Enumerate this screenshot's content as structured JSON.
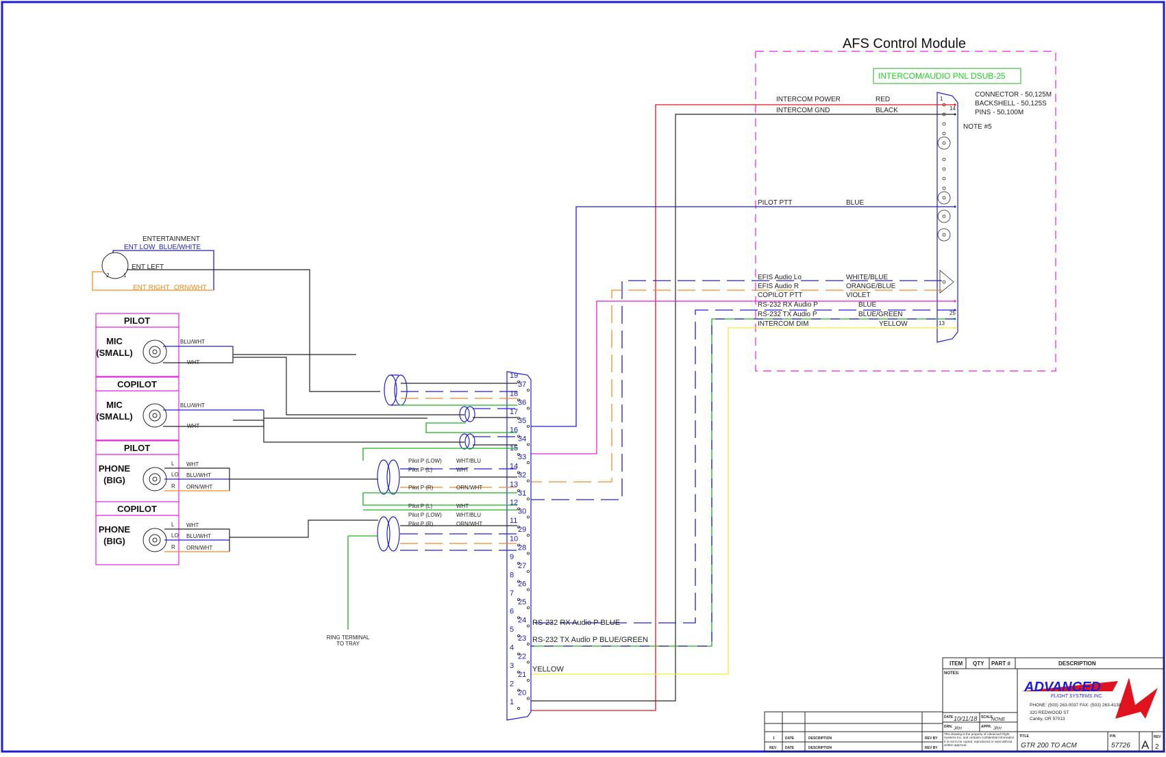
{
  "module": {
    "title": "AFS Control Module",
    "connector_label": "INTERCOM/AUDIO PNL DSUB-25",
    "parts": [
      "CONNECTOR - 50,125M",
      "BACKSHELL - 50,125S",
      "PINS - 50,100M"
    ],
    "note": "NOTE #5",
    "pin_1": "1",
    "pin_14": "14",
    "pin_25": "25",
    "pin_13": "13"
  },
  "module_signals": [
    {
      "name": "INTERCOM POWER",
      "color": "RED"
    },
    {
      "name": "INTERCOM GND",
      "color": "BLACK"
    },
    {
      "name": "PILOT PTT",
      "color": "BLUE"
    },
    {
      "name": "EFIS Audio Lo",
      "color": "WHITE/BLUE"
    },
    {
      "name": "EFIS Audio R",
      "color": "ORANGE/BLUE"
    },
    {
      "name": "COPILOT PTT",
      "color": "VIOLET"
    },
    {
      "name": "RS-232 RX  Audio P",
      "color": "BLUE"
    },
    {
      "name": "RS-232 TX  Audio P",
      "color": "BLUE/GREEN"
    },
    {
      "name": "INTERCOM DIM",
      "color": "YELLOW"
    }
  ],
  "entertainment": {
    "title": "ENTERTAINMENT",
    "ent_low": "ENT LOW",
    "ent_low_color": "BLUE/WHITE",
    "ent_left": "ENT LEFT",
    "ent_right": "ENT RIGHT",
    "ent_right_color": "ORN/WHT",
    "pin_2": "2",
    "pin_1": "1"
  },
  "jacks": [
    {
      "role": "PILOT",
      "type": "MIC",
      "size": "(SMALL)",
      "wires": [
        "BLU/WHT",
        "WHT"
      ]
    },
    {
      "role": "COPILOT",
      "type": "MIC",
      "size": "(SMALL)",
      "wires": [
        "BLU/WHT",
        "WHT"
      ]
    },
    {
      "role": "PILOT",
      "type": "PHONE",
      "size": "(BIG)",
      "terms": [
        "L",
        "LO",
        "R"
      ],
      "wires": [
        "WHT",
        "BLU/WHT",
        "ORN/WHT"
      ]
    },
    {
      "role": "COPILOT",
      "type": "PHONE",
      "size": "(BIG)",
      "terms": [
        "L",
        "LO",
        "R"
      ],
      "wires": [
        "WHT",
        "BLU/WHT",
        "ORN/WHT"
      ]
    }
  ],
  "shield_labels": [
    {
      "name": "Pilot P (LOW)",
      "color": "WHT/BLU"
    },
    {
      "name": "Pilot P (L)",
      "color": "WHT"
    },
    {
      "name": "Pilot P (R)",
      "color": "ORN/WHT"
    },
    {
      "name": "Pilot P (L)",
      "color": "WHT"
    },
    {
      "name": "Pilot P (LOW)",
      "color": "WHT/BLU"
    },
    {
      "name": "Pilot P (R)",
      "color": "ORN/WHT"
    }
  ],
  "gtr_left_pins": [
    "19",
    "18",
    "17",
    "16",
    "15",
    "14",
    "13",
    "12",
    "11",
    "10",
    "9",
    "8",
    "7",
    "6",
    "5",
    "4",
    "3",
    "2",
    "1"
  ],
  "gtr_right_pins": [
    "37",
    "36",
    "35",
    "34",
    "33",
    "32",
    "31",
    "30",
    "29",
    "28",
    "27",
    "26",
    "25",
    "24",
    "23",
    "22",
    "21",
    "20"
  ],
  "gtr_labels": {
    "rx": "RS-232 RX  Audio P  BLUE",
    "tx": "RS-232 TX  Audio P  BLUE/GREEN",
    "yellow": "YELLOW"
  },
  "ring_terminal": [
    "RING TERMINAL",
    "TO TRAY"
  ],
  "title_block": {
    "headers": [
      "ITEM",
      "QTY",
      "PART #",
      "DESCRIPTION"
    ],
    "notes": "NOTES:",
    "company": "ADVANCED",
    "company_sub": "FLIGHT SYSTEMS INC.",
    "phone": "PHONE: (503) 263-0037  FAX: (503) 263-4138",
    "addr1": "320 REDWOOD ST",
    "addr2": "Canby, OR 97013",
    "date_lbl": "DATE",
    "date_val": "10/11/18",
    "scale_lbl": "SCALE",
    "scale_val": "NONE",
    "drn_lbl": "DRN.",
    "drn_val": "JRH",
    "appr_lbl": "APPR.",
    "appr_val": "JRH",
    "prop_note": "This drawing is the property of Advanced Flight Systems Inc. and contains confidential information. It is not to be copied, reproduced or used without written approval.",
    "title_lbl": "TITLE",
    "title_val": "GTR 200 TO ACM",
    "pn_lbl": "P/N",
    "pn_val": "57726",
    "size_val": "A",
    "rev_lbl": "REV",
    "rev_val": "2",
    "rev_row": [
      "1",
      "DATE",
      "DESCRIPTION",
      "REV BY"
    ],
    "rev_head": [
      "REV",
      "DATE",
      "DESCRIPTION",
      "REV BY"
    ]
  }
}
